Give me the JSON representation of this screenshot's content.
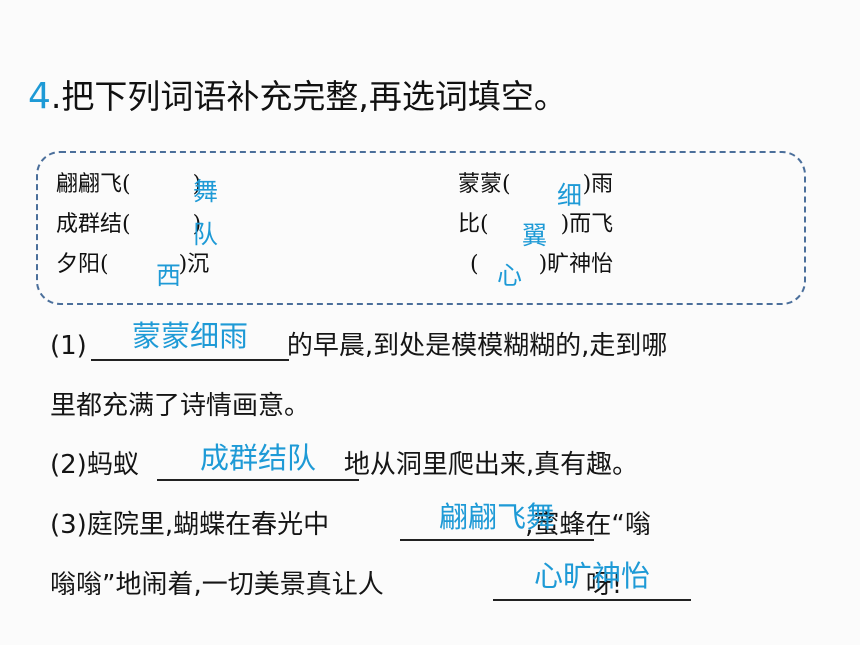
{
  "title": {
    "number": "4",
    "text": ".把下列词语补充完整,再选词填空。"
  },
  "words": [
    {
      "before": "翩翩飞(",
      "after": ")",
      "answer": "舞"
    },
    {
      "before": "成群结(",
      "after": ")",
      "answer": "队"
    },
    {
      "before": "夕阳(",
      "after": ")沉",
      "answer": "西"
    },
    {
      "before": "蒙蒙(",
      "after": ")雨",
      "answer": "细"
    },
    {
      "before": "比(",
      "after": ")而飞",
      "answer": "翼"
    },
    {
      "before": "(",
      "after": ")旷神怡",
      "answer": "心"
    }
  ],
  "questions": {
    "q1": {
      "prefix": "(1)",
      "answer": "蒙蒙细雨",
      "suffix": "的早晨,到处是模模糊糊的,走到哪",
      "line2": "里都充满了诗情画意。"
    },
    "q2": {
      "prefix": "(2)蚂蚁",
      "answer": "成群结队",
      "suffix": "地从洞里爬出来,真有趣。"
    },
    "q3": {
      "prefix": "(3)庭院里,蝴蝶在春光中",
      "answer": "翩翩飞舞",
      "suffix": ",蜜蜂在“嗡",
      "line2_prefix": "嗡嗡”地闹着,一切美景真让人",
      "answer2": "心旷神怡",
      "line2_suffix": "呀!"
    }
  },
  "colors": {
    "answer": "#1e9ad6",
    "box_border": "#4b6f9b"
  }
}
